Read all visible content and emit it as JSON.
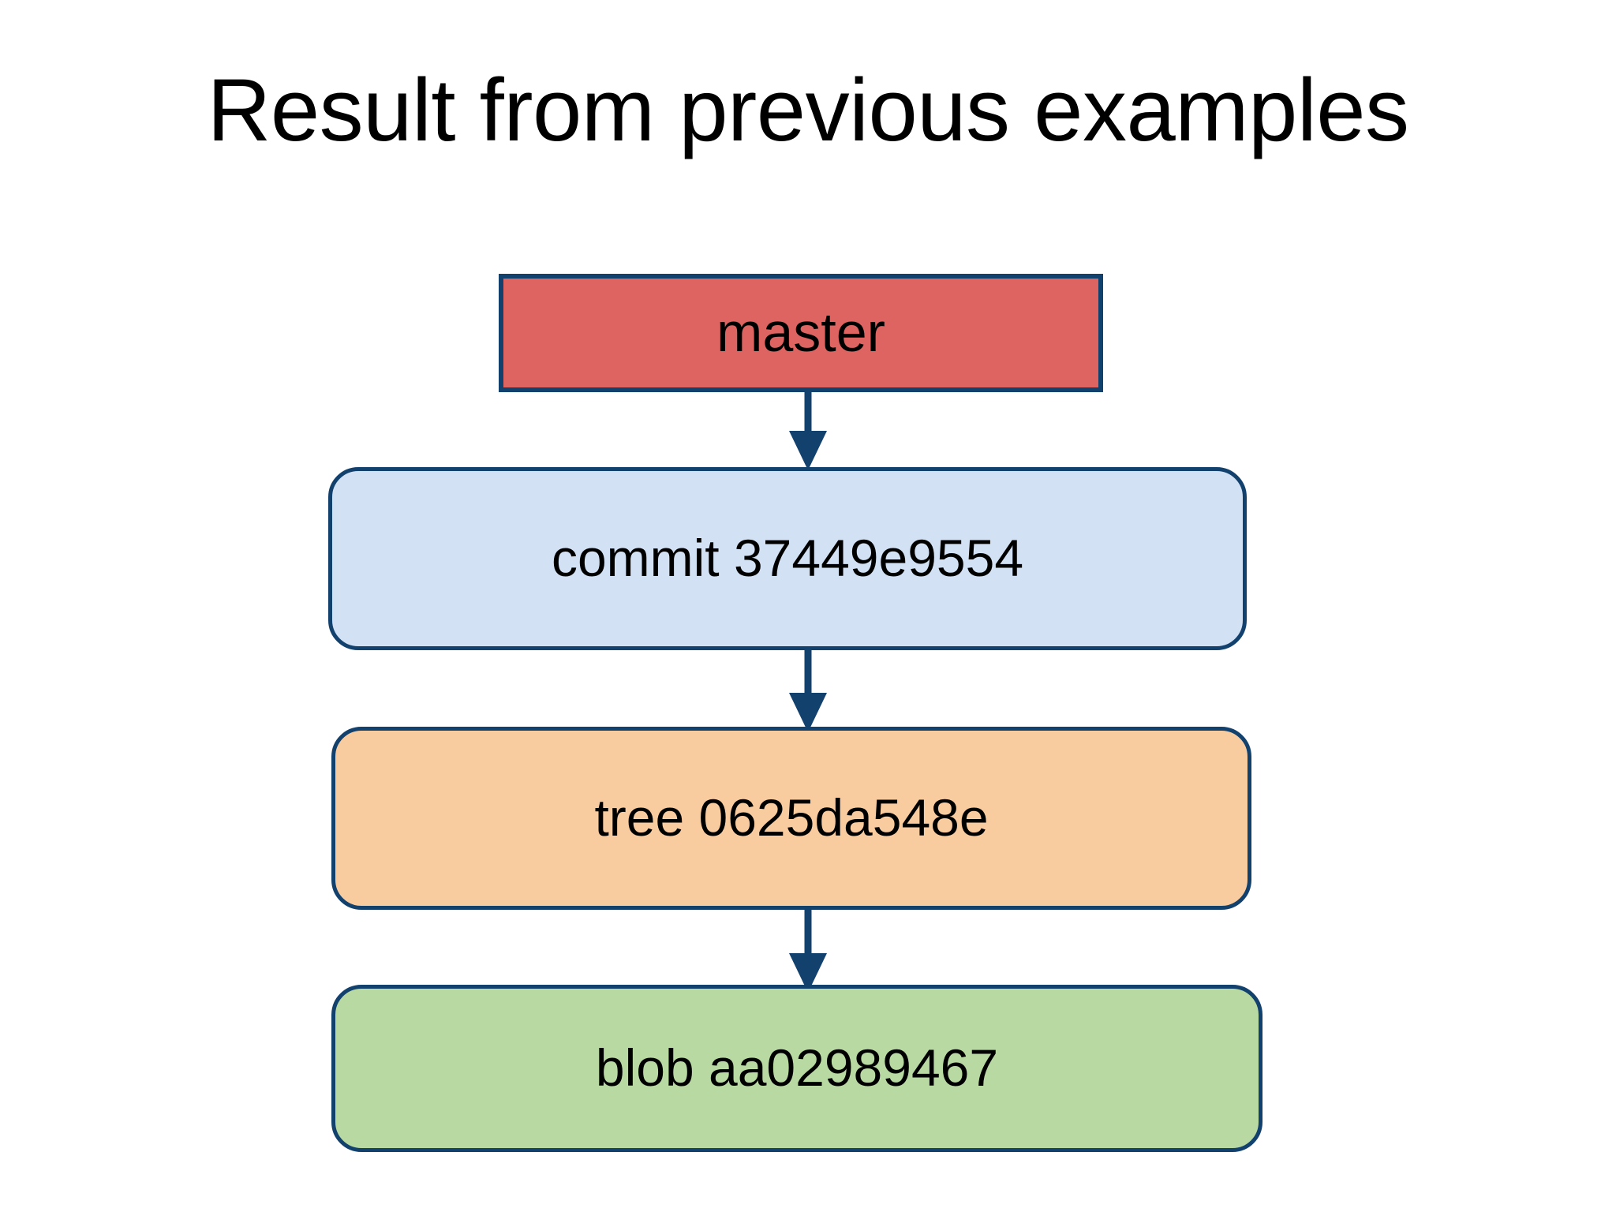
{
  "slide": {
    "title": "Result from previous examples",
    "background_color": "#ffffff",
    "text_color": "#000000"
  },
  "diagram": {
    "type": "flowchart",
    "direction": "top-to-bottom",
    "edge_color": "#13416E",
    "border_color": "#13416E",
    "nodes": [
      {
        "id": "master",
        "label": "master",
        "shape": "rectangle",
        "fill_color": "#DD6460"
      },
      {
        "id": "commit",
        "label": "commit 37449e9554",
        "shape": "rounded-rectangle",
        "fill_color": "#D2E1F3"
      },
      {
        "id": "tree",
        "label": "tree 0625da548e",
        "shape": "rounded-rectangle",
        "fill_color": "#F9CCA0"
      },
      {
        "id": "blob",
        "label": "blob aa02989467",
        "shape": "rounded-rectangle",
        "fill_color": "#B9D9A2"
      }
    ],
    "edges": [
      {
        "id": "master-to-commit",
        "from": "master",
        "to": "commit",
        "arrow": "down-arrow"
      },
      {
        "id": "commit-to-tree",
        "from": "commit",
        "to": "tree",
        "arrow": "down-arrow"
      },
      {
        "id": "tree-to-blob",
        "from": "tree",
        "to": "blob",
        "arrow": "down-arrow"
      }
    ]
  }
}
